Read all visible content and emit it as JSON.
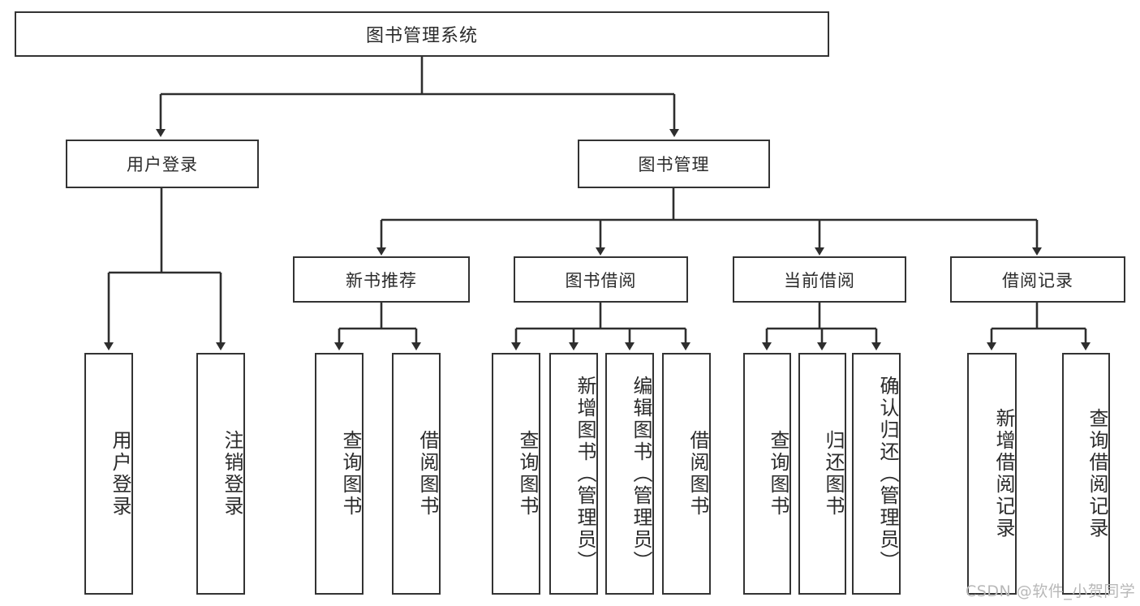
{
  "diagram": {
    "type": "tree",
    "title": "图书管理系统",
    "root": {
      "label": "图书管理系统"
    },
    "level1": [
      {
        "label": "用户登录"
      },
      {
        "label": "图书管理"
      }
    ],
    "level2": [
      {
        "label": "新书推荐"
      },
      {
        "label": "图书借阅"
      },
      {
        "label": "当前借阅"
      },
      {
        "label": "借阅记录"
      }
    ],
    "leaves": {
      "user_login": [
        {
          "label": "用户登录"
        },
        {
          "label": "注销登录"
        }
      ],
      "new_book_recommend": [
        {
          "label": "查询图书"
        },
        {
          "label": "借阅图书"
        }
      ],
      "book_borrow": [
        {
          "label": "查询图书"
        },
        {
          "label": "新增图书（管理员）"
        },
        {
          "label": "编辑图书（管理员）"
        },
        {
          "label": "借阅图书"
        }
      ],
      "current_borrow": [
        {
          "label": "查询图书"
        },
        {
          "label": "归还图书"
        },
        {
          "label": "确认归还（管理员）"
        }
      ],
      "borrow_record": [
        {
          "label": "新增借阅记录"
        },
        {
          "label": "查询借阅记录"
        }
      ]
    }
  },
  "watermark": {
    "text": "CSDN @软件_小贺同学"
  },
  "colors": {
    "border": "#333333",
    "text": "#2b2b2b",
    "background": "#ffffff",
    "watermark": "#b8b8b8"
  }
}
